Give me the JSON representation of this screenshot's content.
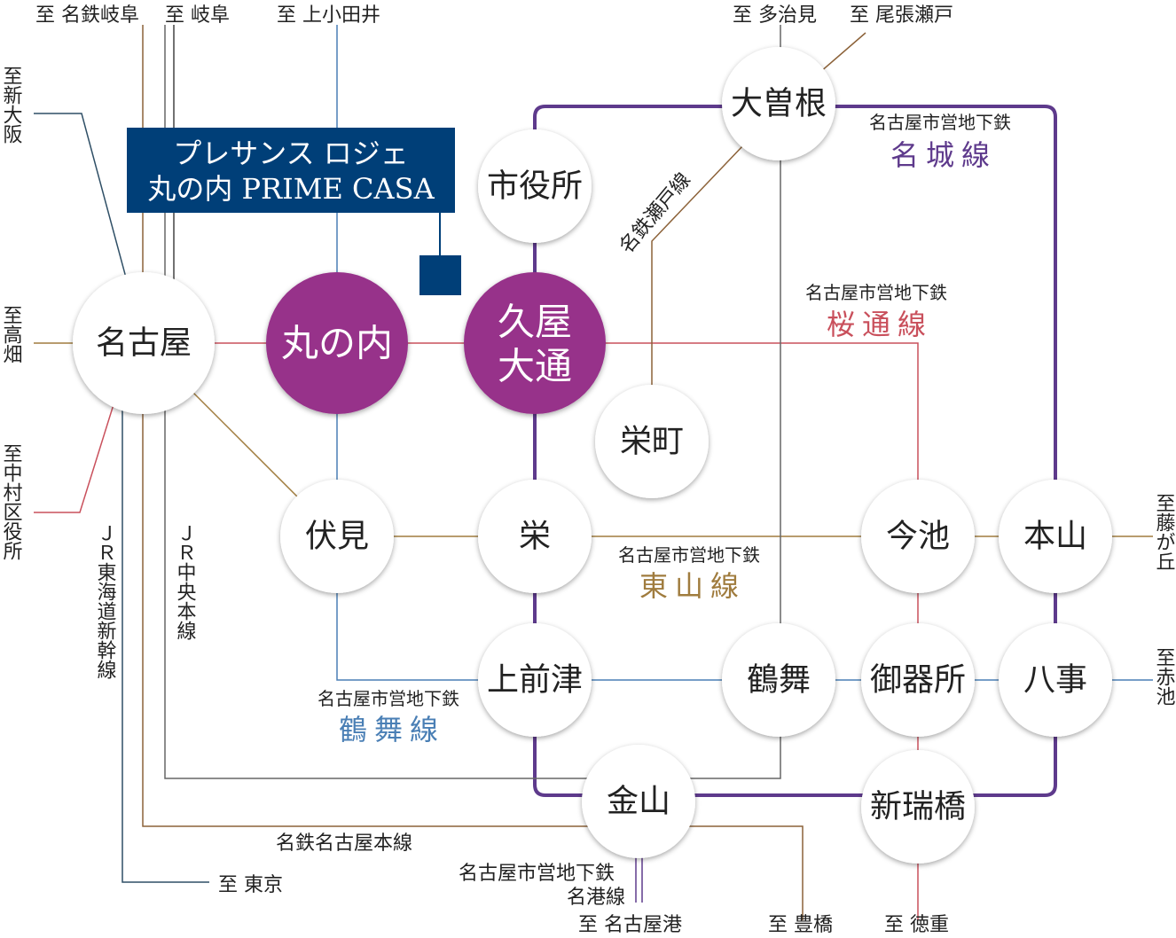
{
  "colors": {
    "meijo": "#5e3a8c",
    "sakura_dori": "#c9505c",
    "higashiyama": "#a07c3e",
    "tsurumai": "#4a7fb5",
    "meitetsu": "#8c6239",
    "jr": "#2f4f66",
    "highlight_station": "#97308a",
    "callout": "#003f78"
  },
  "callout": {
    "line1": "プレサンス ロジェ",
    "line2": "丸の内 PRIME CASA"
  },
  "stations": {
    "nagoya": "名古屋",
    "marunouchi": "丸の内",
    "hisaya_line1": "久屋",
    "hisaya_line2": "大通",
    "shiyakusho": "市役所",
    "ozone": "大曽根",
    "sakaemachi": "栄町",
    "fushimi": "伏見",
    "sakae": "栄",
    "imaike": "今池",
    "motoyama": "本山",
    "kamimaezu": "上前津",
    "tsurumai": "鶴舞",
    "gokiso": "御器所",
    "yagoto": "八事",
    "kanayama": "金山",
    "aratamabashi": "新瑞橋"
  },
  "lines": {
    "meijo": {
      "operator": "名古屋市営地下鉄",
      "name": "名城線"
    },
    "sakura_dori": {
      "operator": "名古屋市営地下鉄",
      "name": "桜通線"
    },
    "higashiyama": {
      "operator": "名古屋市営地下鉄",
      "name": "東山線"
    },
    "tsurumai": {
      "operator": "名古屋市営地下鉄",
      "name": "鶴舞線"
    },
    "meiko": {
      "operator": "名古屋市営地下鉄",
      "name": "名港線"
    },
    "seto": "名鉄瀬戸線",
    "meitetsu_main": "名鉄名古屋本線",
    "jr_tokaido_shinkansen": "ＪＲ東海道新幹線",
    "jr_chuo": "ＪＲ中央本線"
  },
  "destinations": {
    "meitetsu_gifu": "至 名鉄岐阜",
    "gifu": "至 岐阜",
    "kami_otai": "至 上小田井",
    "tajimi": "至 多治見",
    "owari_seto": "至 尾張瀬戸",
    "shin_osaka": "至新大阪",
    "takabata": "至高畑",
    "nakamura_kuyakusho": "至中村区役所",
    "fujigaoka": "至藤が丘",
    "akaike": "至赤池",
    "tokyo": "至 東京",
    "nagoyako": "至 名古屋港",
    "toyohashi": "至 豊橋",
    "tokushige": "至 徳重"
  }
}
